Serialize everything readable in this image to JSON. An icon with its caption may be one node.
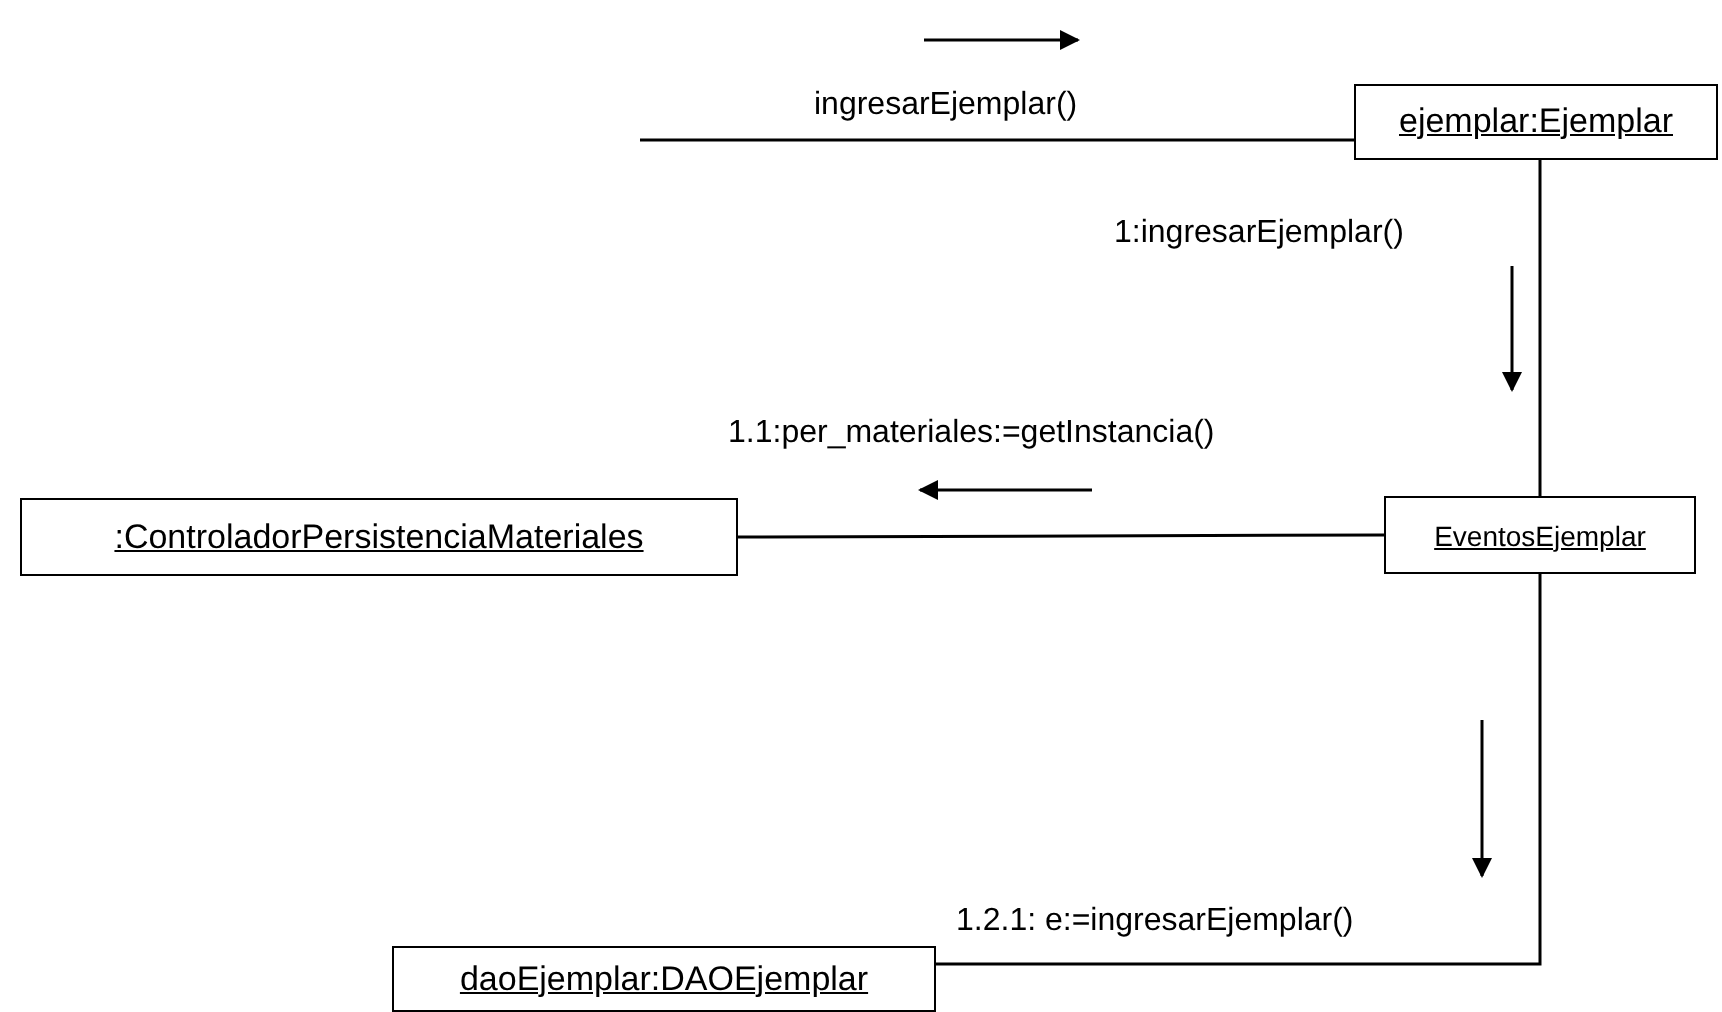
{
  "diagram": {
    "nodes": [
      {
        "text": [
          "ejemplar:Ejemplar"
        ]
      },
      {
        "text": [
          ":ControladorPersistenciaMateriales"
        ]
      },
      {
        "text": [
          "EventosEjemplar"
        ]
      },
      {
        "text": [
          "daoEjemplar:DAOEjemplar"
        ]
      }
    ],
    "edges": [
      {
        "from": null,
        "to": 0,
        "arrow": "none",
        "label": "ingresarEjemplar()"
      },
      {
        "from": 0,
        "to": 2,
        "arrow": "none",
        "label": "1:ingresarEjemplar()"
      },
      {
        "from": 2,
        "to": 1,
        "arrow": "none",
        "label": "1.1:per_materiales:=getInstancia()"
      },
      {
        "from": 2,
        "to": 3,
        "arrow": "none",
        "label": "1.2.1: e:=ingresarEjemplar()"
      }
    ]
  }
}
